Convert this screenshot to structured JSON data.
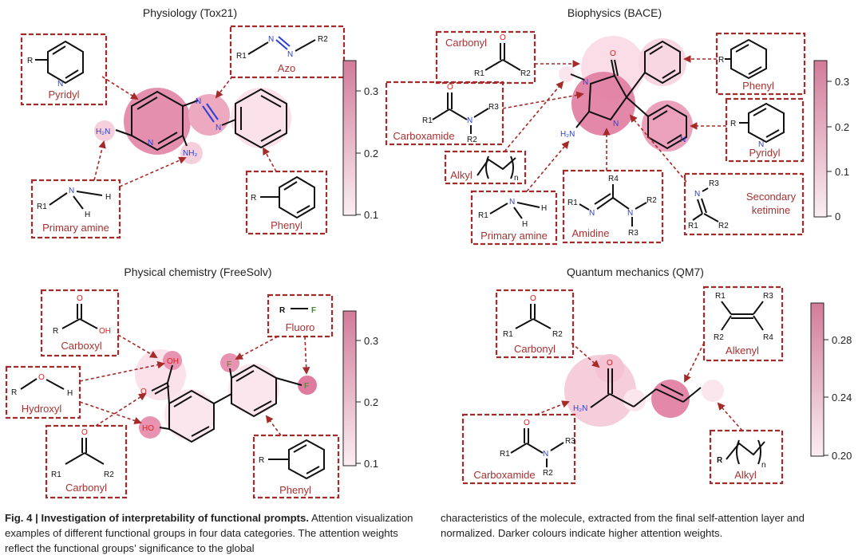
{
  "panels": {
    "tox21": {
      "title": "Physiology (Tox21)",
      "ticks": [
        "0.3",
        "0.2",
        "0.1"
      ]
    },
    "bace": {
      "title": "Biophysics (BACE)",
      "ticks": [
        "0.3",
        "0.2",
        "0.1",
        "0"
      ]
    },
    "freesolv": {
      "title": "Physical chemistry (FreeSolv)",
      "ticks": [
        "0.3",
        "0.2",
        "0.1"
      ]
    },
    "qm7": {
      "title": "Quantum mechanics (QM7)",
      "ticks": [
        "0.28",
        "0.24",
        "0.20"
      ]
    }
  },
  "groups": {
    "tox_pyridyl": "Pyridyl",
    "tox_azo": "Azo",
    "tox_amine": "Primary amine",
    "tox_phenyl": "Phenyl",
    "bace_carbonyl": "Carbonyl",
    "bace_carboxamide": "Carboxamide",
    "bace_alkyl": "Alkyl",
    "bace_amine": "Primary amine",
    "bace_amidine": "Amidine",
    "bace_ketimine": "Secondary ketimine",
    "bace_phenyl": "Phenyl",
    "bace_pyridyl": "Pyridyl",
    "fs_carboxyl": "Carboxyl",
    "fs_hydroxyl": "Hydroxyl",
    "fs_carbonyl": "Carbonyl",
    "fs_fluoro": "Fluoro",
    "fs_phenyl": "Phenyl",
    "qm_carbonyl": "Carbonyl",
    "qm_alkenyl": "Alkenyl",
    "qm_carboxamide": "Carboxamide",
    "qm_alkyl": "Alkyl"
  },
  "atoms": {
    "R": "R",
    "R1": "R1",
    "R2": "R2",
    "R3": "R3",
    "R4": "R4",
    "N": "N",
    "O": "O",
    "H": "H",
    "F": "F",
    "NH2": "NH₂",
    "H2N": "H₂N",
    "OH": "OH",
    "HO": "HO",
    "n": "n"
  },
  "caption": {
    "fig_label": "Fig. 4 | Investigation of interpretability of functional prompts.",
    "left": " Attention visualization examples of different functional groups in four data categories. The attention weights reflect the functional groups’ significance to the global",
    "right": "characteristics of the molecule, extracted from the final self-attention layer and normalized. Darker colours indicate higher attention weights."
  },
  "colors": {
    "accent": "#a52a2a",
    "attention_dark": "#d9779b",
    "attention_light": "#fbe6ee"
  }
}
